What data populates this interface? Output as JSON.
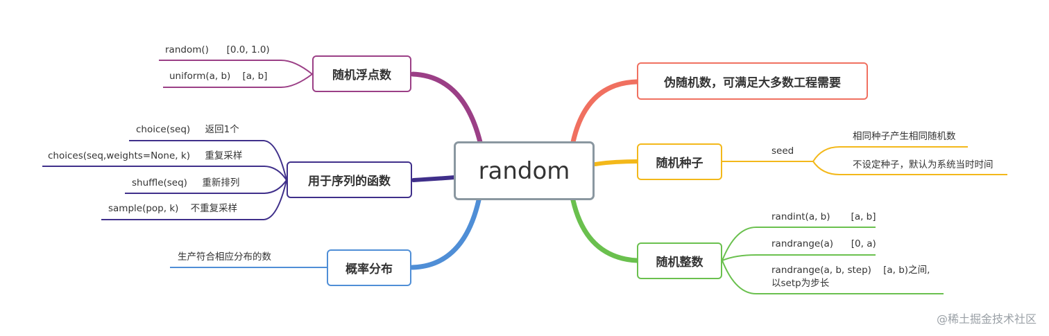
{
  "colors": {
    "float": "#9b3f86",
    "seq": "#3f2f8a",
    "prob": "#4f8ed6",
    "pseudo": "#f07060",
    "seed": "#f3b81a",
    "int": "#6ac04e",
    "root_border": "#8a97a0"
  },
  "root": {
    "label": "random"
  },
  "branches": {
    "float": {
      "label": "随机浮点数",
      "leaves": [
        "random()      [0.0, 1.0)",
        "uniform(a, b)    [a, b]"
      ]
    },
    "seq": {
      "label": "用于序列的函数",
      "leaves": [
        "choice(seq)     返回1个",
        "choices(seq,weights=None, k)     重复采样",
        "shuffle(seq)     重新排列",
        "sample(pop, k)    不重复采样"
      ]
    },
    "prob": {
      "label": "概率分布",
      "leaves": [
        "生产符合相应分布的数"
      ]
    },
    "pseudo": {
      "label": "伪随机数，可满足大多数工程需要"
    },
    "seed": {
      "label": "随机种子",
      "sub": "seed",
      "leaves": [
        "相同种子产生相同随机数",
        "不设定种子，默认为系统当时时间"
      ]
    },
    "int": {
      "label": "随机整数",
      "leaves": [
        "randint(a, b)       [a, b]",
        "randrange(a)      [0, a)",
        "randrange(a, b, step)    [a, b)之间,",
        "以setp为步长"
      ]
    }
  },
  "watermark": "@稀土掘金技术社区"
}
